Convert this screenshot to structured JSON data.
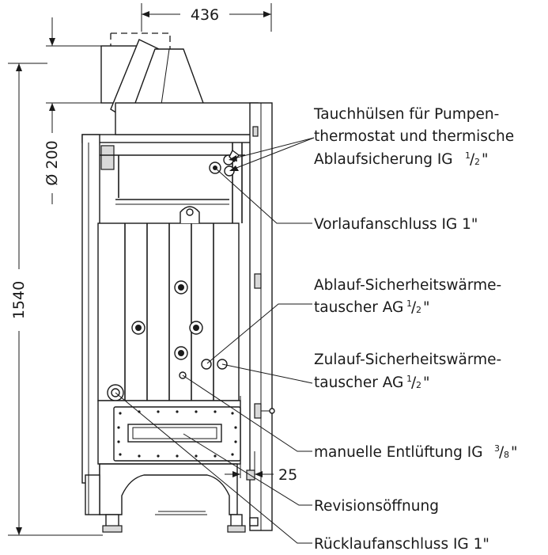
{
  "dimensions": {
    "width_top": "436",
    "diameter": "Ø 200",
    "height": "1540",
    "offset": "25"
  },
  "callouts": {
    "tauchhuelsen": {
      "line1": "Tauchhülsen für Pumpen-",
      "line2": "thermostat und thermische",
      "line3_text": "Ablaufsicherung IG ",
      "line3_num": "1",
      "line3_den": "2",
      "line3_suffix": "\""
    },
    "vorlauf": {
      "text": "Vorlaufanschluss IG 1\""
    },
    "ablauf": {
      "line1": "Ablauf-Sicherheitswärme-",
      "line2_text": "tauscher AG ",
      "line2_num": "1",
      "line2_den": "2",
      "line2_suffix": "\""
    },
    "zulauf": {
      "line1": "Zulauf-Sicherheitswärme-",
      "line2_text": "tauscher AG ",
      "line2_num": "1",
      "line2_den": "2",
      "line2_suffix": "\""
    },
    "entlueftung": {
      "text": "manuelle Entlüftung IG ",
      "num": "3",
      "den": "8",
      "suffix": "\""
    },
    "revision": {
      "text": "Revisionsöffnung"
    },
    "ruecklauf": {
      "text": "Rücklaufanschluss IG 1\""
    }
  },
  "colors": {
    "line": "#1a1a1a",
    "fill_gray": "#d9d9d9",
    "background": "#ffffff"
  }
}
